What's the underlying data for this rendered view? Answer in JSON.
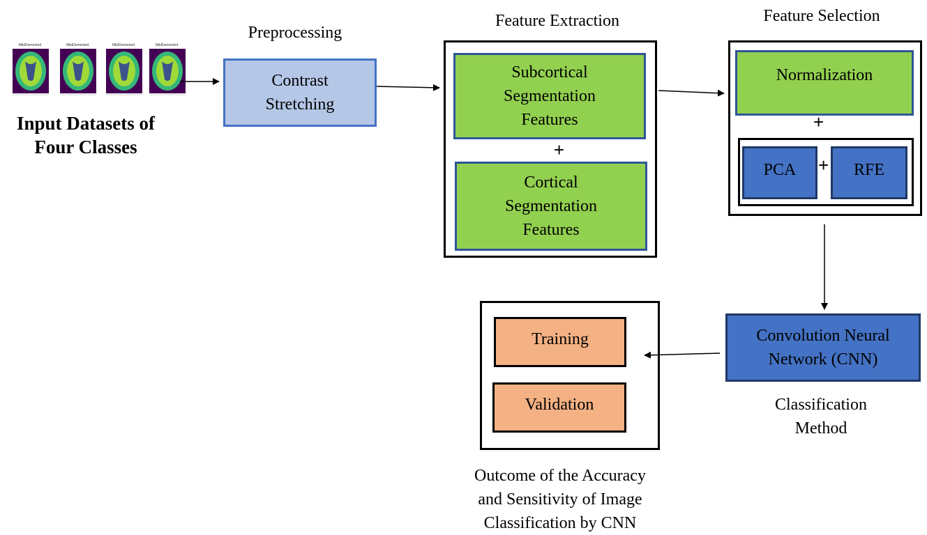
{
  "input": {
    "thumb_title": "MildDemented",
    "label_line1": "Input Datasets of",
    "label_line2": "Four Classes"
  },
  "preprocessing": {
    "heading": "Preprocessing",
    "box": "Contrast\nStretching"
  },
  "feature_extraction": {
    "heading": "Feature Extraction",
    "subcortical": "Subcortical\nSegmentation\nFeatures",
    "plus": "+",
    "cortical": "Cortical\nSegmentation\nFeatures"
  },
  "feature_selection": {
    "heading": "Feature Selection",
    "normalization": "Normalization",
    "plus": "+",
    "pca": "PCA",
    "plus2": "+",
    "rfe": "RFE"
  },
  "classification": {
    "box": "Convolution Neural\nNetwork (CNN)",
    "caption_line1": "Classification",
    "caption_line2": "Method"
  },
  "outcome": {
    "training": "Training",
    "validation": "Validation",
    "caption_line1": "Outcome of the Accuracy",
    "caption_line2": "and Sensitivity of Image",
    "caption_line3": "Classification by CNN"
  },
  "colors": {
    "contrast_fill": "#b4c7e7",
    "feature_green": "#92d050",
    "selection_blue": "#4472c4",
    "outcome_orange": "#f4b183",
    "brain_background": "#440154",
    "brain_tissue": "#35b779"
  }
}
